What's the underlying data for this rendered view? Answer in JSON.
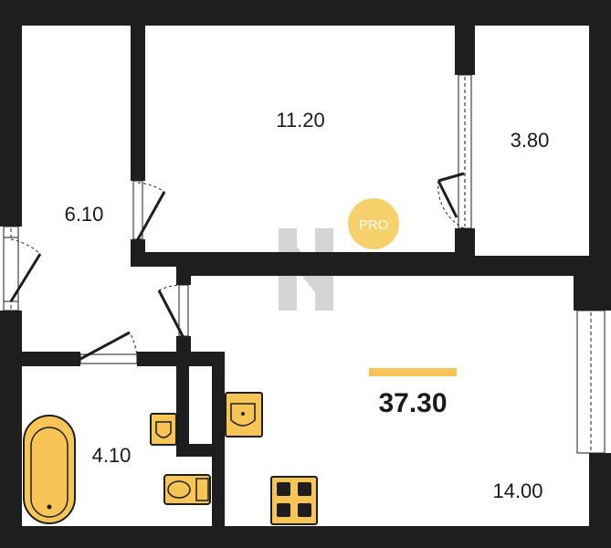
{
  "plan": {
    "total_area": "37.30",
    "total_underline_color": "#f6c555",
    "rooms": {
      "bedroom": "11.20",
      "balcony": "3.80",
      "hall": "6.10",
      "bathroom": "4.10",
      "kitchen_living": "14.00"
    },
    "badge": {
      "text": "PRO",
      "color": "#f6d06a"
    },
    "colors": {
      "wall": "#1e1e1e",
      "fixture": "#f6c555"
    }
  }
}
